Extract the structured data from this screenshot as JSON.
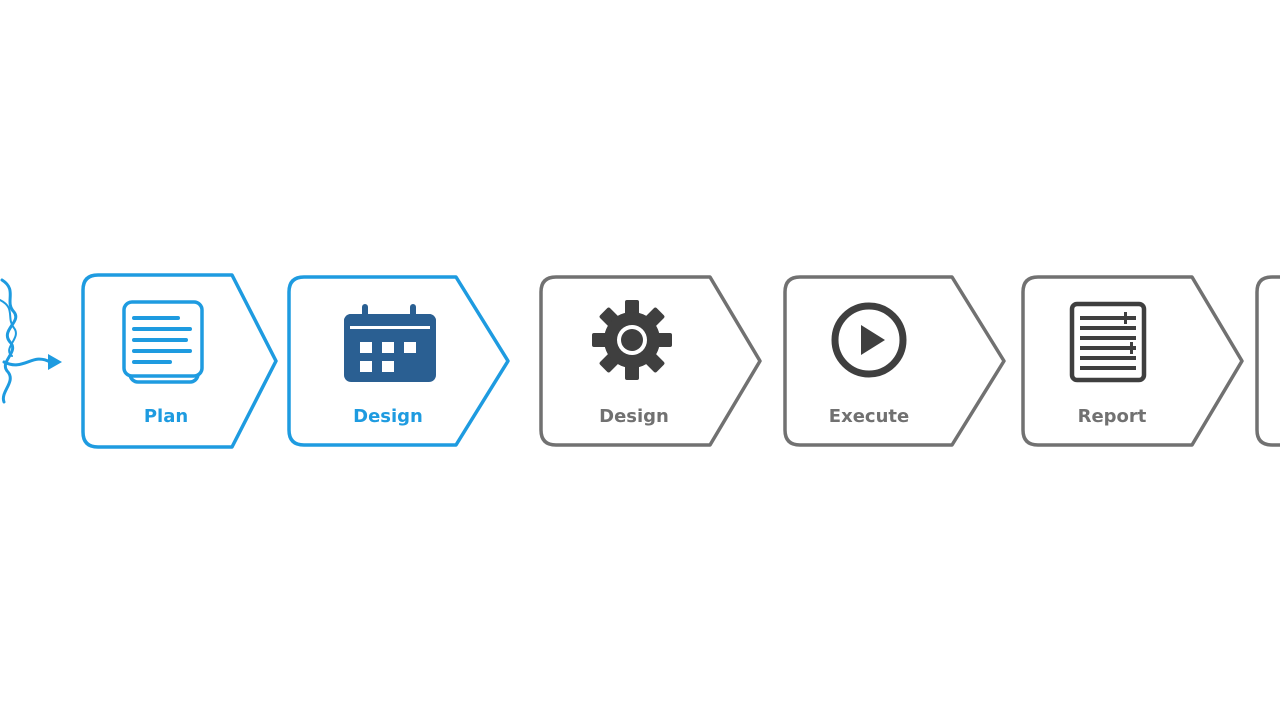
{
  "colors": {
    "active": "#1e9be0",
    "active_icon": "#2a5f92",
    "inactive": "#717171",
    "inactive_icon": "#3f3f3f",
    "background": "#ffffff"
  },
  "steps": [
    {
      "label": "Plan",
      "icon": "document-icon",
      "state": "active"
    },
    {
      "label": "Design",
      "icon": "calendar-icon",
      "state": "active"
    },
    {
      "label": "Design",
      "icon": "gear-icon",
      "state": "inactive"
    },
    {
      "label": "Execute",
      "icon": "play-icon",
      "state": "inactive"
    },
    {
      "label": "Report",
      "icon": "report-icon",
      "state": "inactive"
    },
    {
      "label": "",
      "icon": "",
      "state": "inactive"
    }
  ]
}
